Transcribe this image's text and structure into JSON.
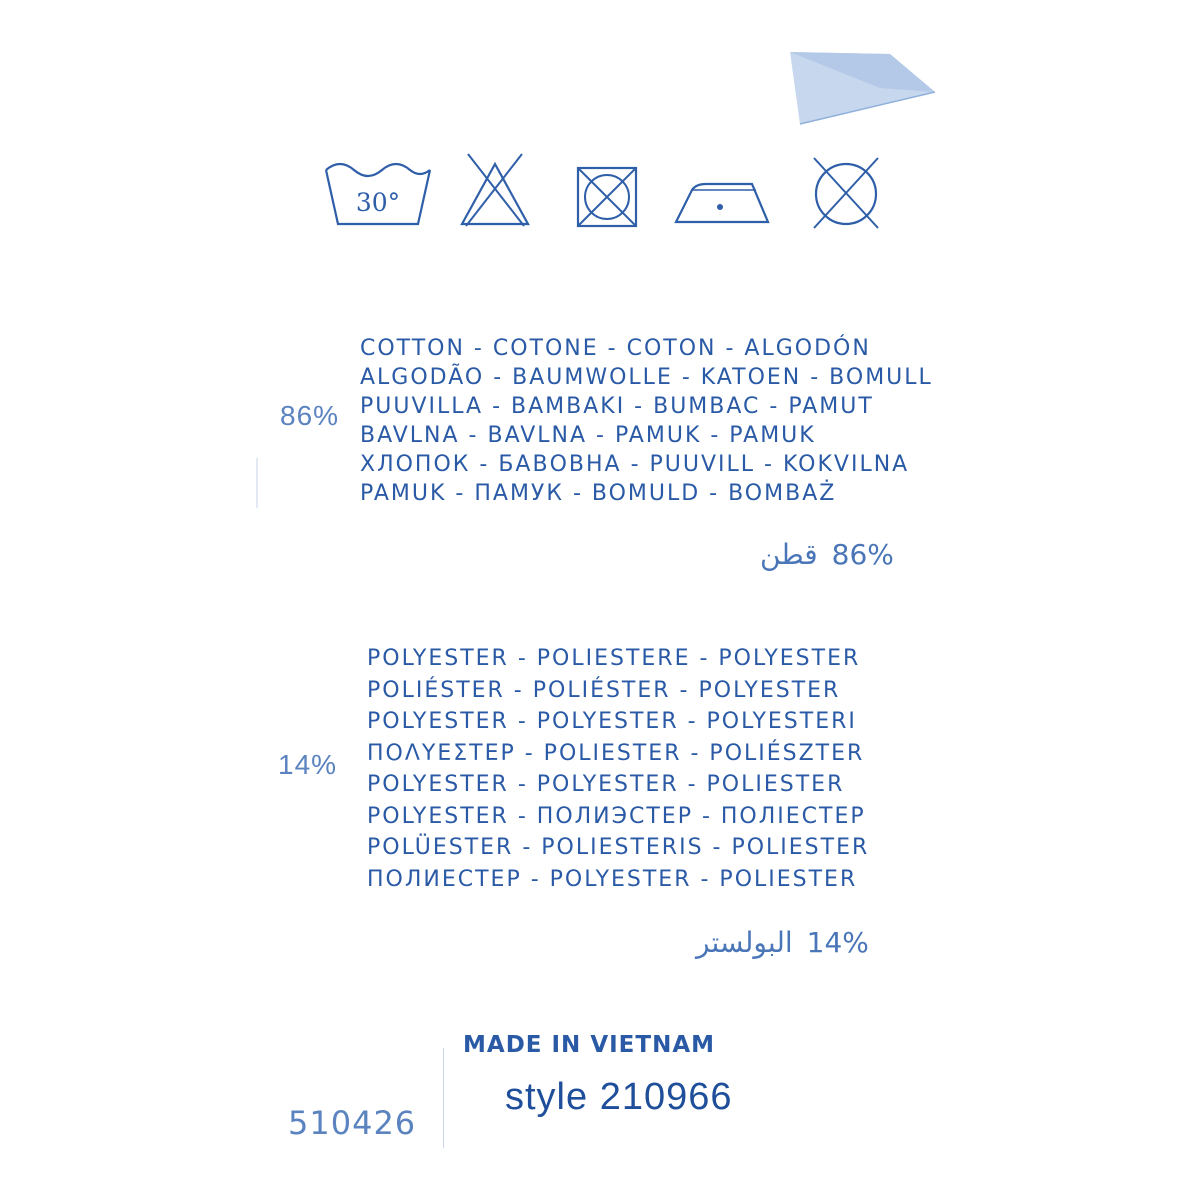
{
  "care_label": {
    "care_symbols": [
      {
        "icon": "wash-30-icon",
        "text": "30°"
      },
      {
        "icon": "do-not-bleach-icon"
      },
      {
        "icon": "do-not-tumble-dry-icon"
      },
      {
        "icon": "iron-low-heat-icon"
      },
      {
        "icon": "do-not-dry-clean-icon"
      }
    ],
    "cotton": {
      "percent": "86%",
      "lines": [
        "COTTON - COTONE - COTON - ALGODÓN",
        "ALGODÃO - BAUMWOLLE - KATOEN - BOMULL",
        "PUUVILLA - BAMBAKI - BUMBAC - PAMUT",
        "BAVLNA - BAVLNA - PAMUK - PAMUK",
        "ХЛОПОК - БАВОВНА - PUUVILL - KOKVILNA",
        "PAMUK - ПАМУК - BOMULD - BOMBAŻ"
      ],
      "arabic_word": "قطن",
      "arabic_percent": "86%"
    },
    "polyester": {
      "percent": "14%",
      "lines": [
        "POLYESTER - POLIESTERE - POLYESTER",
        "POLIÉSTER - POLIÉSTER - POLYESTER",
        "POLYESTER - POLYESTER - POLYESTERI",
        "ΠΟΛΥΕΣΤΕΡ - POLIESTER - POLIÉSZTER",
        "POLYESTER - POLYESTER - POLIESTER",
        "POLYESTER - ПОЛИЭСТЕР - ПОЛІЕСТЕР",
        "POLÜESTER - POLIESTERIS - POLIESTER",
        "ПОЛИЕСТЕР - POLYESTER - POLIESTER"
      ],
      "arabic_word": "البولستر",
      "arabic_percent": "14%"
    },
    "origin": "MADE IN VIETNAM",
    "style": "style 210966",
    "lot_number": "510426"
  },
  "colors": {
    "ink": "#1f4f9a",
    "ink_light": "#5a83bf",
    "fabric_corner": "#c6d7ee"
  }
}
